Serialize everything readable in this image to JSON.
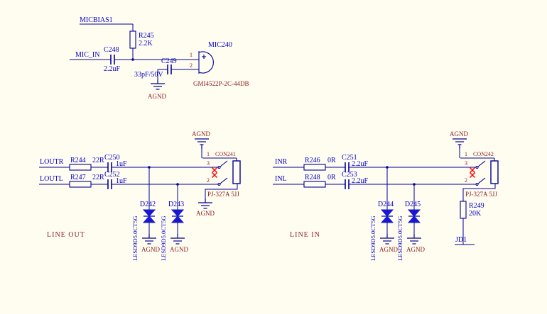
{
  "schematic": {
    "background": "#FFFCF0",
    "colors": {
      "wire": "#00009B",
      "component_text": "#0000C8",
      "power_text": "#8B2222",
      "esd_diode_fill": "#1818CF",
      "no_erc_marker": "#FF0000"
    },
    "mic": {
      "net_micbias": "MICBIAS1",
      "net_mic_in": "MIC_IN",
      "r245_ref": "R245",
      "r245_val": "2.2K",
      "c248_ref": "C248",
      "c248_val": "2.2uF",
      "c249_ref": "C249",
      "c249_val": "33pF/50V",
      "mic_ref": "MIC240",
      "mic_part": "GMI4522P-2C-44DB",
      "pin1": "1",
      "pin2": "2",
      "agnd": "AGND"
    },
    "line_out": {
      "section_label": "LINE OUT",
      "net_loutr": "LOUTR",
      "net_loutl": "LOUTL",
      "r244_ref": "R244",
      "r244_val": "22R",
      "r247_ref": "R247",
      "r247_val": "22R",
      "c250_ref": "C250",
      "c250_val": "1uF",
      "c252_ref": "C252",
      "c252_val": "1uF",
      "d242_ref": "D242",
      "d242_part": "LESD9D5.0CT5G",
      "d243_ref": "D243",
      "d243_part": "LESD9D5.0CT5G",
      "agnd_top": "AGND",
      "agnd_d242": "AGND",
      "agnd_d243": "AGND",
      "agnd_jack": "AGND",
      "con_ref": "CON241",
      "jack_part": "PJ-327A 5JJ",
      "pin1": "1",
      "pin3": "3",
      "pin2": "2"
    },
    "line_in": {
      "section_label": "LINE IN",
      "net_inr": "INR",
      "net_inl": "INL",
      "net_jd1": "JD1",
      "r246_ref": "R246",
      "r246_val": "0R",
      "r248_ref": "R248",
      "r248_val": "0R",
      "r249_ref": "R249",
      "r249_val": "20K",
      "c251_ref": "C251",
      "c251_val": "2.2uF",
      "c253_ref": "C253",
      "c253_val": "2.2uF",
      "d244_ref": "D244",
      "d244_part": "LESD9D5.0CT5G",
      "d245_ref": "D245",
      "d245_part": "LESD9D5.0CT5G",
      "agnd_top": "AGND",
      "agnd_d244": "AGND",
      "agnd_d245": "AGND",
      "con_ref": "CON242",
      "jack_part": "PJ-327A 5JJ",
      "pin1": "1",
      "pin3": "3",
      "pin2": "2"
    }
  }
}
